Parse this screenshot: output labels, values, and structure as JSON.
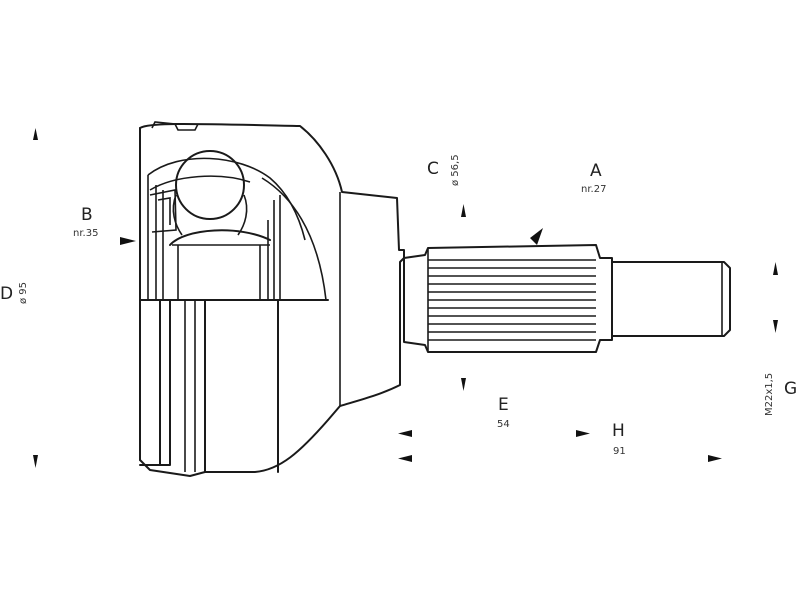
{
  "labels": {
    "A": {
      "letter": "A",
      "value": "nr.27"
    },
    "B": {
      "letter": "B",
      "value": "nr.35"
    },
    "C": {
      "letter": "C",
      "value": "ø 56,5"
    },
    "D": {
      "letter": "D",
      "value": "ø 95"
    },
    "E": {
      "letter": "E",
      "value": "54"
    },
    "G": {
      "letter": "G",
      "value": "M22x1,5"
    },
    "H": {
      "letter": "H",
      "value": "91"
    }
  },
  "colors": {
    "line": "#1a1a1a",
    "background": "#ffffff"
  }
}
